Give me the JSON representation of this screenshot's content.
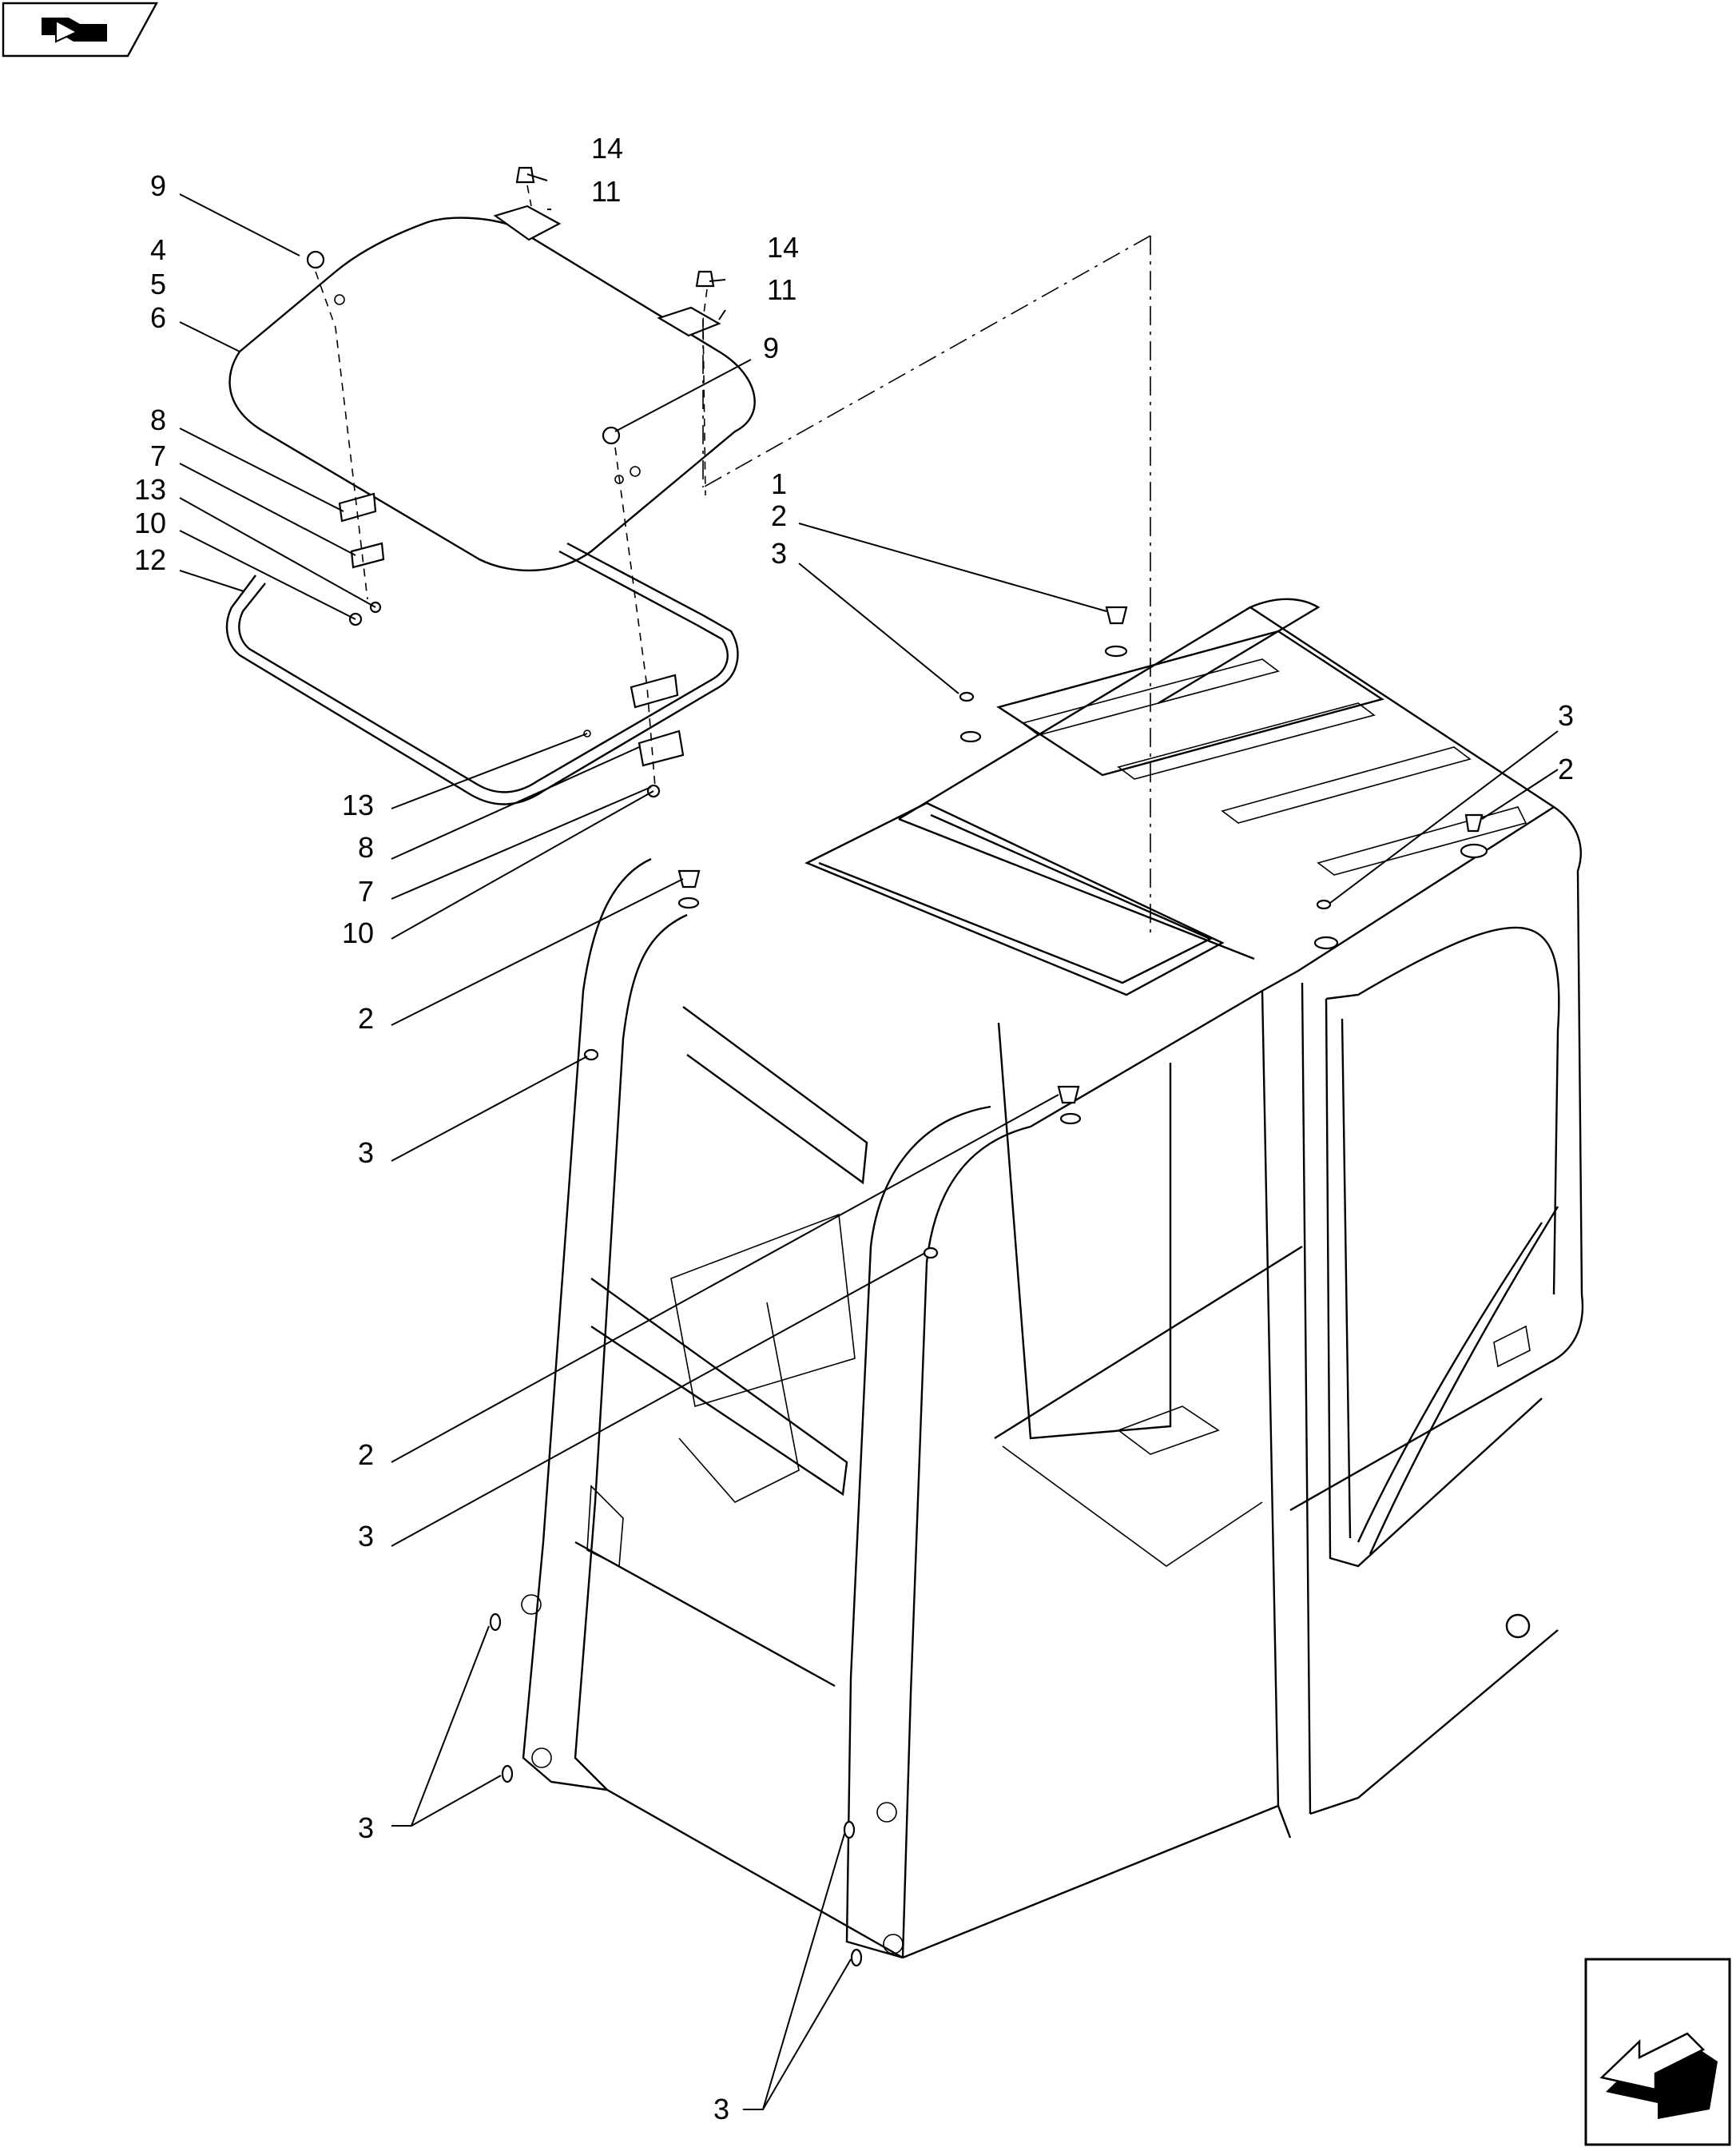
{
  "icons": {
    "top_left": "previous-page-icon",
    "bottom_right": "next-page-icon"
  },
  "callouts": [
    {
      "text": "14"
    },
    {
      "text": "11"
    },
    {
      "text": "9"
    },
    {
      "text": "4"
    },
    {
      "text": "5"
    },
    {
      "text": "6"
    },
    {
      "text": "14"
    },
    {
      "text": "11"
    },
    {
      "text": "9"
    },
    {
      "text": "8"
    },
    {
      "text": "7"
    },
    {
      "text": "13"
    },
    {
      "text": "10"
    },
    {
      "text": "12"
    },
    {
      "text": "1"
    },
    {
      "text": "2"
    },
    {
      "text": "3"
    },
    {
      "text": "13"
    },
    {
      "text": "8"
    },
    {
      "text": "7"
    },
    {
      "text": "10"
    },
    {
      "text": "3"
    },
    {
      "text": "2"
    },
    {
      "text": "2"
    },
    {
      "text": "3"
    },
    {
      "text": "2"
    },
    {
      "text": "3"
    },
    {
      "text": "3"
    },
    {
      "text": "3"
    }
  ]
}
